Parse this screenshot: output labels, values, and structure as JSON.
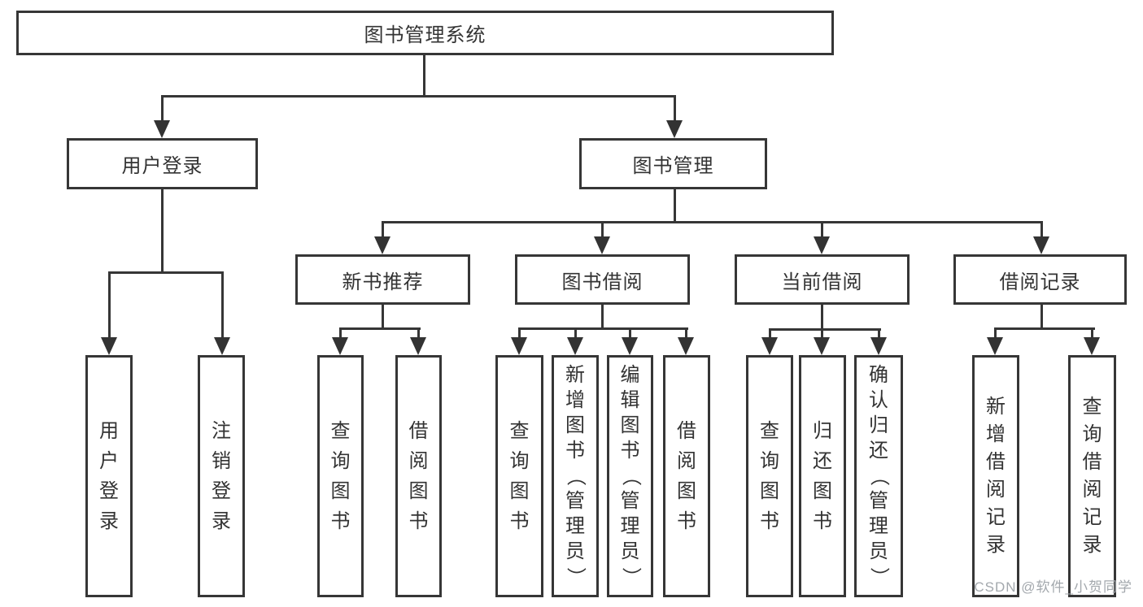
{
  "diagram": {
    "title": "图书管理系统",
    "level2": {
      "user_login": "用户登录",
      "book_mgmt": "图书管理"
    },
    "level3": {
      "new_book_rec": "新书推荐",
      "book_borrow": "图书借阅",
      "current_borrow": "当前借阅",
      "borrow_records": "借阅记录"
    },
    "leaves": [
      {
        "label": "用户登录",
        "parent": "用户登录"
      },
      {
        "label": "注销登录",
        "parent": "用户登录"
      },
      {
        "label": "查询图书",
        "parent": "新书推荐"
      },
      {
        "label": "借阅图书",
        "parent": "新书推荐"
      },
      {
        "label": "查询图书",
        "parent": "图书借阅"
      },
      {
        "label": "新增图书（管理员）",
        "parent": "图书借阅"
      },
      {
        "label": "编辑图书（管理员）",
        "parent": "图书借阅"
      },
      {
        "label": "借阅图书",
        "parent": "图书借阅"
      },
      {
        "label": "查询图书",
        "parent": "当前借阅"
      },
      {
        "label": "归还图书",
        "parent": "当前借阅"
      },
      {
        "label": "确认归还（管理员）",
        "parent": "当前借阅"
      },
      {
        "label": "新增借阅记录",
        "parent": "借阅记录"
      },
      {
        "label": "查询借阅记录",
        "parent": "借阅记录"
      }
    ]
  },
  "watermark": {
    "text": "CSDN @软件_小贺同学"
  },
  "colors": {
    "line": "#363636",
    "box_border": "#363636",
    "text": "#333333",
    "watermark": "#a3a8ad",
    "background": "#ffffff"
  }
}
